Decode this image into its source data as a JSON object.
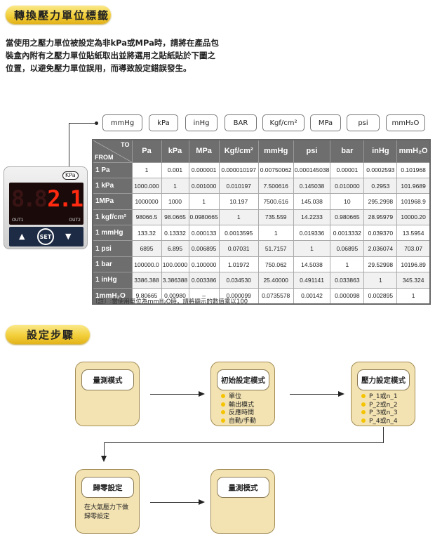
{
  "section1": {
    "title": "轉換壓力單位標籤",
    "paragraph": "當使用之壓力單位被設定為非kPa或MPa時，請將在產品包裝盒內附有之壓力單位貼紙取出並將選用之貼紙貼於下圖之位置，以避免壓力單位誤用，而導致設定錯誤發生。"
  },
  "unit_labels": [
    "mmHg",
    "kPa",
    "inHg",
    "BAR",
    "Kgf/cm²",
    "MPa",
    "psi",
    "mmH₂O"
  ],
  "device": {
    "unit_label": "KPa",
    "display": "2.1",
    "ghost": "8.8",
    "out1": "OUT1",
    "out2": "OUT2",
    "up": "▲",
    "set": "SET",
    "down": "▼"
  },
  "table": {
    "corner_to": "TO",
    "corner_from": "FROM",
    "columns": [
      "Pa",
      "kPa",
      "MPa",
      "Kgf/cm²",
      "mmHg",
      "psi",
      "bar",
      "inHg",
      "mmH₂O"
    ],
    "rows": [
      {
        "from": "1 Pa",
        "values": [
          "1",
          "0.001",
          "0.000001",
          "0.000010197",
          "0.00750062",
          "0.000145038",
          "0.00001",
          "0.0002593",
          "0.101968"
        ]
      },
      {
        "from": "1 kPa",
        "values": [
          "1000.000",
          "1",
          "0.001000",
          "0.010197",
          "7.500616",
          "0.145038",
          "0.010000",
          "0.2953",
          "101.9689"
        ]
      },
      {
        "from": "1MPa",
        "values": [
          "1000000",
          "1000",
          "1",
          "10.197",
          "7500.616",
          "145.038",
          "10",
          "295.2998",
          "101968.9"
        ]
      },
      {
        "from": "1 kgf/cm²",
        "values": [
          "98066.5",
          "98.0665",
          "0.0980665",
          "1",
          "735.559",
          "14.2233",
          "0.980665",
          "28.95979",
          "10000.20"
        ]
      },
      {
        "from": "1 mmHg",
        "values": [
          "133.32",
          "0.13332",
          "0.000133",
          "0.0013595",
          "1",
          "0.019336",
          "0.0013332",
          "0.039370",
          "13.5954"
        ]
      },
      {
        "from": "1 psi",
        "values": [
          "6895",
          "6.895",
          "0.006895",
          "0.07031",
          "51.7157",
          "1",
          "0.06895",
          "2.036074",
          "703.07"
        ]
      },
      {
        "from": "1 bar",
        "values": [
          "100000.0",
          "100.0000",
          "0.100000",
          "1.01972",
          "750.062",
          "14.5038",
          "1",
          "29.52998",
          "10196.89"
        ]
      },
      {
        "from": "1 inHg",
        "values": [
          "3386.388",
          "3.386388",
          "0.003386",
          "0.034530",
          "25.40000",
          "0.491141",
          "0.033863",
          "1",
          "345.324"
        ]
      },
      {
        "from": "1mmH₂O",
        "values": [
          "9.80665",
          "0.00980",
          "–",
          "0.000099",
          "0.0735578",
          "0.00142",
          "0.000098",
          "0.002895",
          "1"
        ]
      }
    ],
    "note": "〔註〕:當使用單位為mmH₂O時，請將顯示的數值乘以100"
  },
  "section2": {
    "title": "設定步驟"
  },
  "flow": [
    {
      "title": "量測模式",
      "items": []
    },
    {
      "title": "初始設定模式",
      "items": [
        "單位",
        "輸出模式",
        "反應時間",
        "自動/手動"
      ]
    },
    {
      "title": "壓力設定模式",
      "items": [
        "P_1或n_1",
        "P_2或n_2",
        "P_3或n_3",
        "P_4或n_4"
      ]
    },
    {
      "title": "歸零設定",
      "text": "在大氣壓力下做歸零設定"
    },
    {
      "title": "量測模式",
      "items": []
    }
  ]
}
